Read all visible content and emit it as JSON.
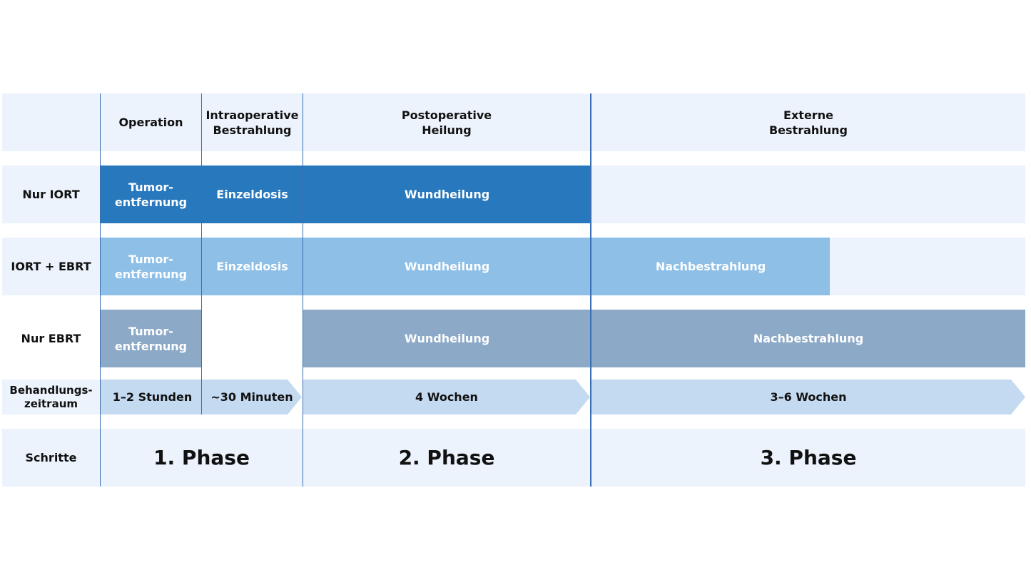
{
  "colors": {
    "band_bg": "#ecf3fc",
    "iort_only": "#2878bd",
    "iort_ebrt": "#8dbfe7",
    "ebrt_only": "#8ca9c8",
    "duration_arrow": "#c4daf1",
    "divider": "#3a6fb5"
  },
  "columns": {
    "operation": "Operation",
    "iort": "Intraoperative\nBestrahlung",
    "postop": "Postoperative\nHeilung",
    "ebrt": "Externe\nBestrahlung"
  },
  "rows": {
    "iort_only": {
      "label": "Nur IORT",
      "operation": "Tumor-\nentfernung",
      "iort": "Einzeldosis",
      "postop": "Wundheilung"
    },
    "iort_ebrt": {
      "label": "IORT + EBRT",
      "operation": "Tumor-\nentfernung",
      "iort": "Einzeldosis",
      "postop": "Wundheilung",
      "ebrt": "Nachbestrahlung"
    },
    "ebrt_only": {
      "label": "Nur EBRT",
      "operation": "Tumor-\nentfernung",
      "postop": "Wundheilung",
      "ebrt": "Nachbestrahlung"
    }
  },
  "duration": {
    "label": "Behandlungs-\nzeitraum",
    "operation": "1–2 Stunden",
    "iort": "~30 Minuten",
    "postop": "4 Wochen",
    "ebrt": "3–6 Wochen"
  },
  "steps": {
    "label": "Schritte",
    "phase1": "1. Phase",
    "phase2": "2. Phase",
    "phase3": "3. Phase"
  }
}
